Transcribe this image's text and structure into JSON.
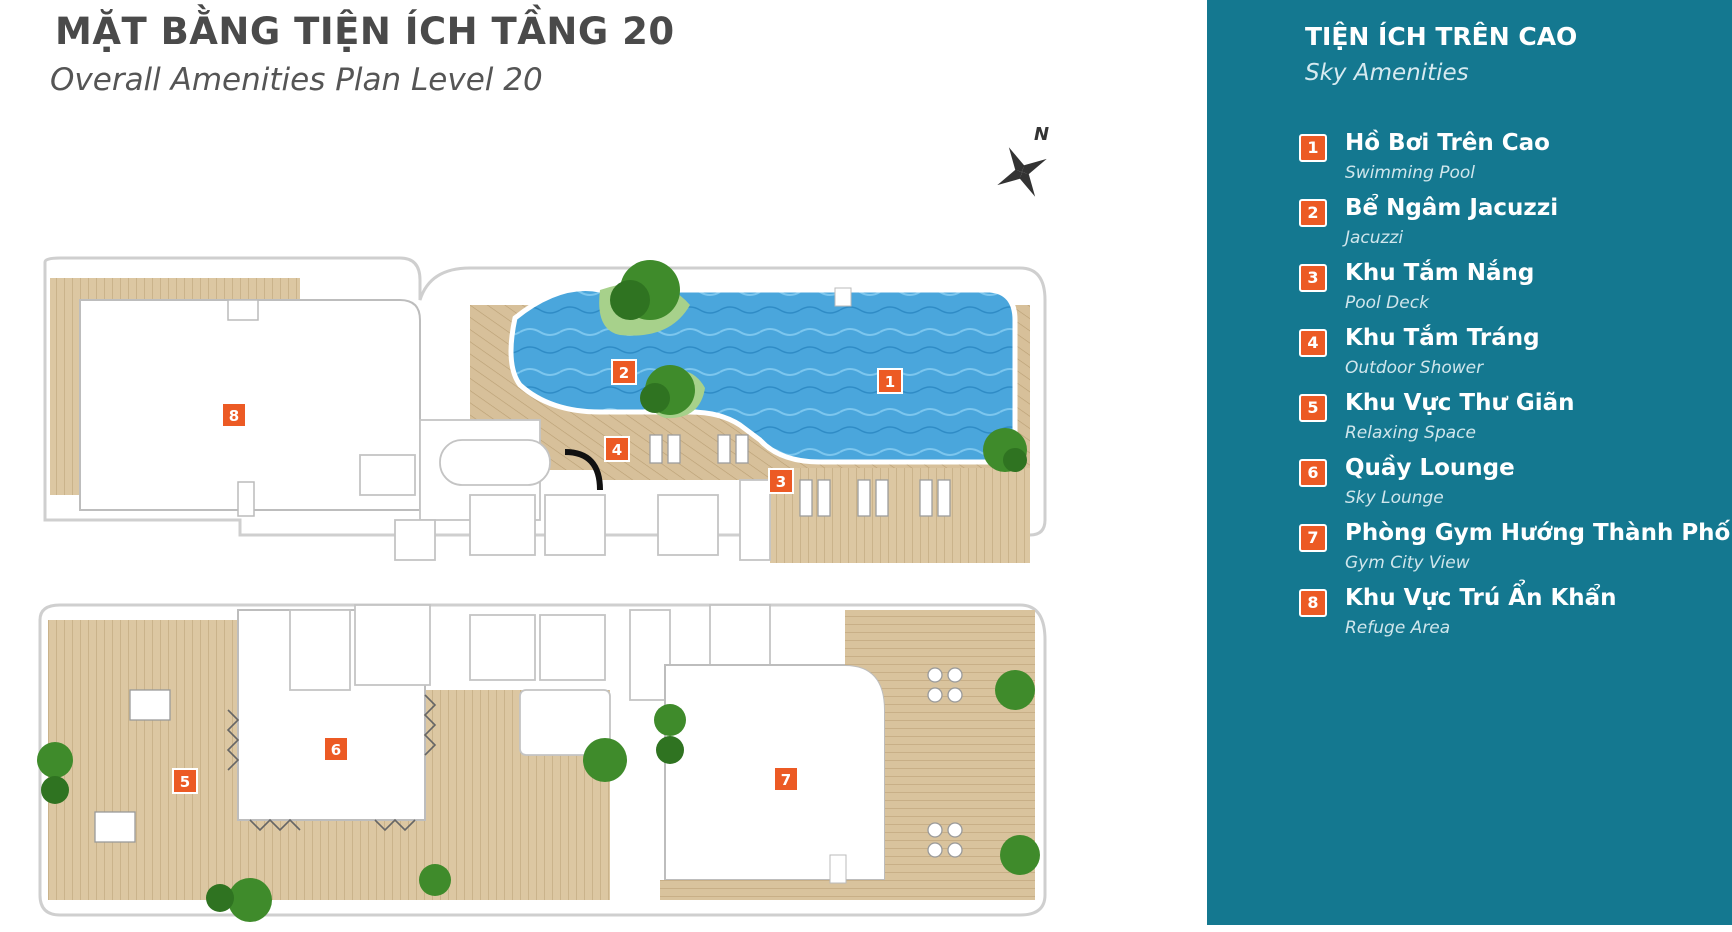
{
  "header": {
    "title_vi": "MẶT BẰNG TIỆN ÍCH TẦNG 20",
    "title_en": "Overall Amenities Plan Level 20"
  },
  "compass": {
    "label": "N"
  },
  "plan": {
    "markers": [
      "1",
      "2",
      "3",
      "4",
      "5",
      "6",
      "7",
      "8"
    ]
  },
  "panel": {
    "title": "TIỆN ÍCH TRÊN CAO",
    "subtitle": "Sky Amenities",
    "items": [
      {
        "num": "1",
        "name": "Hồ Bơi Trên Cao",
        "sub": "Swimming Pool"
      },
      {
        "num": "2",
        "name": "Bể Ngâm Jacuzzi",
        "sub": "Jacuzzi"
      },
      {
        "num": "3",
        "name": "Khu Tắm Nắng",
        "sub": "Pool Deck"
      },
      {
        "num": "4",
        "name": "Khu Tắm Tráng",
        "sub": "Outdoor Shower"
      },
      {
        "num": "5",
        "name": "Khu Vực Thư Giãn",
        "sub": "Relaxing Space"
      },
      {
        "num": "6",
        "name": "Quầy Lounge",
        "sub": "Sky Lounge"
      },
      {
        "num": "7",
        "name": "Phòng Gym Hướng Thành Phố",
        "sub": "Gym City View"
      },
      {
        "num": "8",
        "name": "Khu Vực Trú Ẩn Khẩn",
        "sub": "Refuge Area"
      }
    ]
  },
  "colors": {
    "panel_bg": "#147890",
    "marker": "#ec5a24",
    "deck": "#d8c29d",
    "pool": "#4aa3d8",
    "tree": "#3e8a2a"
  }
}
